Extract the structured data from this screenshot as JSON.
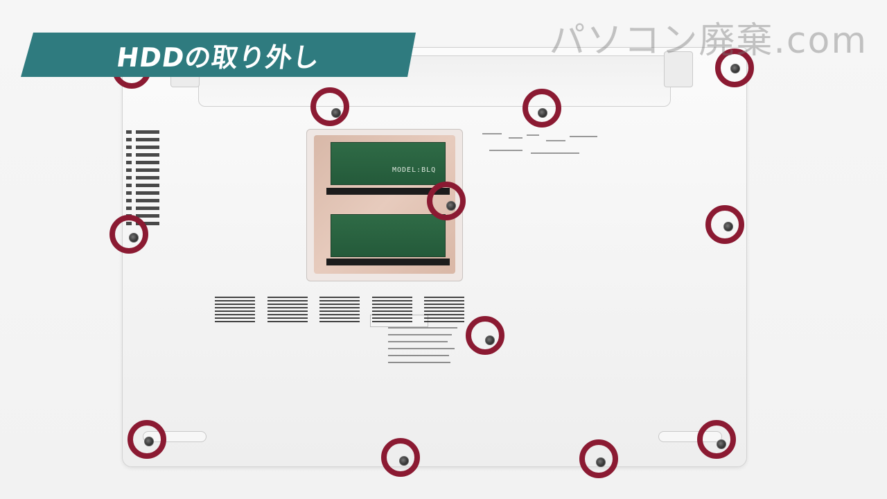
{
  "header": {
    "title": "HDDの取り外し"
  },
  "watermark": {
    "text": "パソコン廃棄.com"
  },
  "image": {
    "hardware": {
      "ram_label": "MODEL:BLQ"
    }
  },
  "colors": {
    "banner": "#2f7b7f",
    "ring": "#8b1a32",
    "watermark": "#787878"
  }
}
